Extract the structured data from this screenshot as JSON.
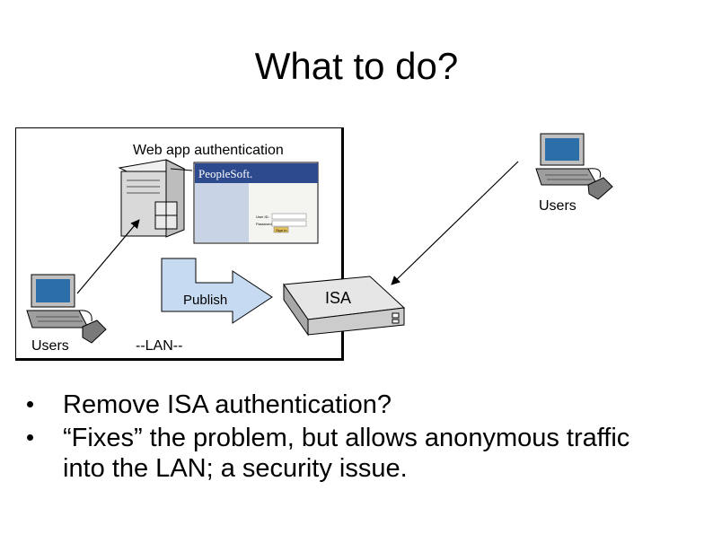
{
  "slide": {
    "title": "What to do?"
  },
  "diagram": {
    "web_app_label": "Web app authentication",
    "peoplesoft_logo": "PeopleSoft.",
    "login_fields": [
      "User ID:",
      "Password:"
    ],
    "login_button": "Sign In",
    "publish_label": "Publish",
    "isa_label": "ISA",
    "users_left_label": "Users",
    "users_right_label": "Users",
    "lan_label": "--LAN--"
  },
  "bullets": [
    "Remove ISA authentication?",
    "“Fixes” the problem, but allows anonymous traffic into the LAN; a security issue."
  ]
}
